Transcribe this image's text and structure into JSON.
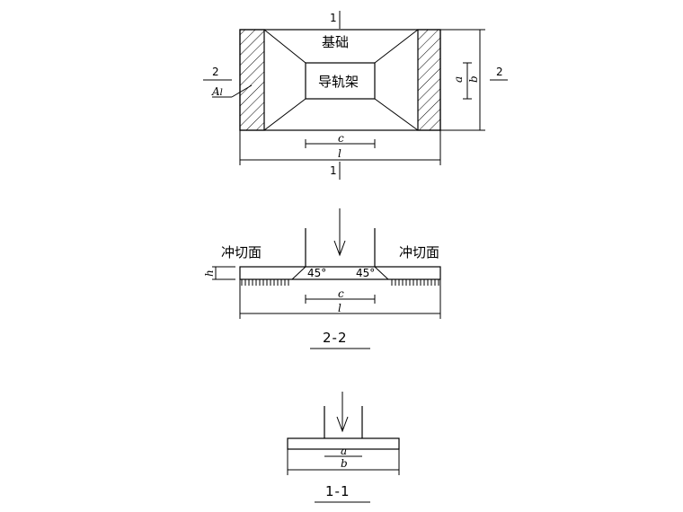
{
  "plan": {
    "section_mark_top": "1",
    "section_mark_bottom": "1",
    "section_mark_left": "2",
    "section_mark_right": "2",
    "foundation_label": "基础",
    "guide_frame_label": "导轨架",
    "area_label": "A",
    "area_subscript": "l",
    "dim_a": "a",
    "dim_b": "b",
    "dim_c": "c",
    "dim_l": "l"
  },
  "section_2_2": {
    "punch_label_left": "冲切面",
    "punch_label_right": "冲切面",
    "angle_left": "45°",
    "angle_right": "45°",
    "dim_h": "h",
    "dim_c": "c",
    "dim_l": "l",
    "title": "2-2"
  },
  "section_1_1": {
    "dim_a": "a",
    "dim_b": "b",
    "title": "1-1"
  }
}
